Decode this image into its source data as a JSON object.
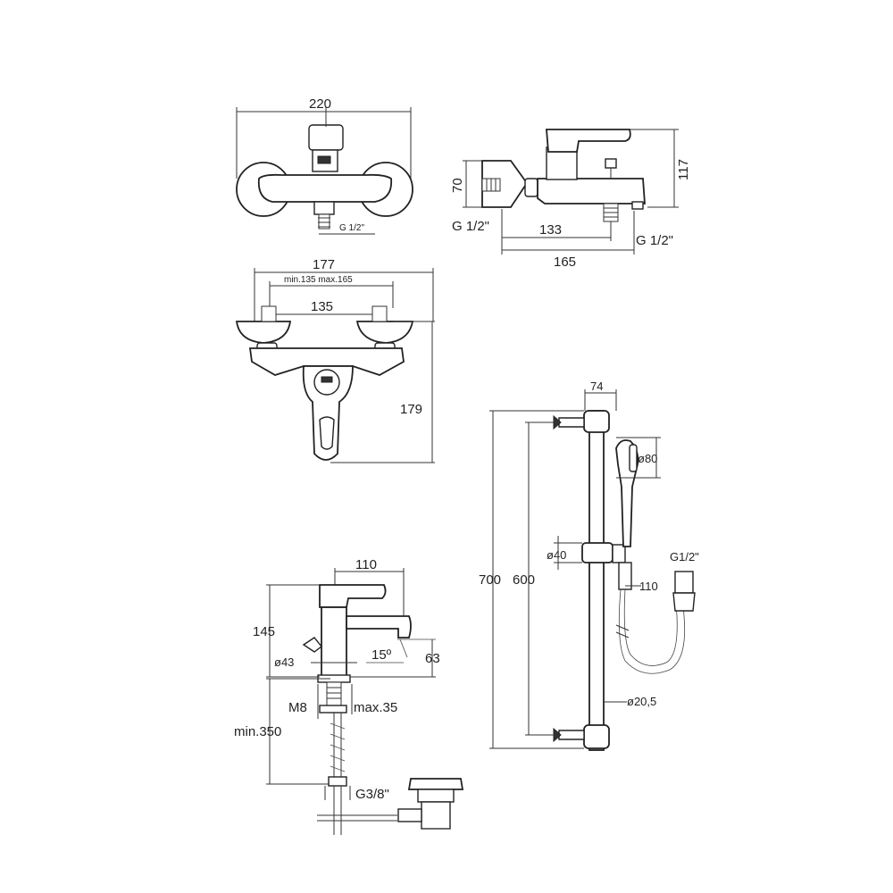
{
  "views": {
    "bath_front": {
      "width_dim": "220",
      "thread_label": "G 1/2\""
    },
    "bath_side": {
      "height_dim": "70",
      "total_height_dim": "117",
      "inlet_thread": "G 1/2\"",
      "spout_dim": "133",
      "depth_dim": "165",
      "outlet_thread": "G 1/2\""
    },
    "bath_top": {
      "width_dim": "177",
      "range_dim": "min.135 max.165",
      "centers_dim": "135",
      "depth_dim": "179"
    },
    "basin": {
      "width_dim": "110",
      "height_dim": "145",
      "body_dia": "ø43",
      "angle": "15º",
      "spout_height": "63",
      "rod_thread": "M8",
      "max_thickness": "max.35",
      "min_length": "min.350",
      "hose_thread": "G3/8\""
    },
    "shower_rail": {
      "top_dim": "74",
      "head_dia": "ø80",
      "slider_dia": "ø40",
      "bar_length": "700",
      "centers": "600",
      "hose_dim": "110",
      "hose_thread": "G1/2\"",
      "bar_dia": "ø20,5"
    }
  }
}
